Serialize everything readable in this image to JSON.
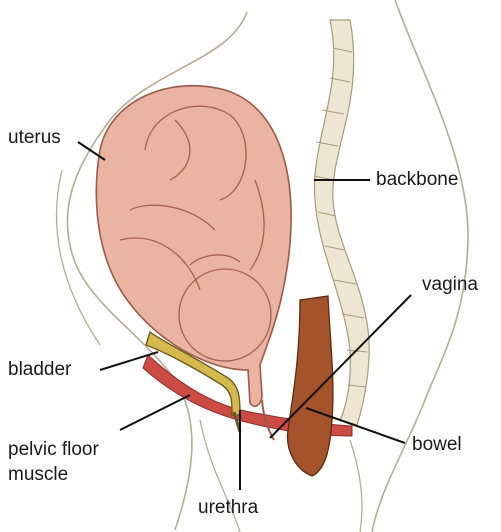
{
  "labels": {
    "uterus": "uterus",
    "backbone": "backbone",
    "vagina": "vagina",
    "bladder": "bladder",
    "pelvic_floor_line1": "pelvic floor",
    "pelvic_floor_line2": "muscle",
    "bowel": "bowel",
    "urethra": "urethra"
  },
  "colors": {
    "outline": "#b9ab93",
    "uterus_fill": "#eab3a2",
    "uterus_stroke": "#9b5b49",
    "bladder": "#d6b94e",
    "muscle": "#cc4b45",
    "bowel": "#a5532a",
    "spine": "#ece6d2",
    "leader": "#111111"
  }
}
